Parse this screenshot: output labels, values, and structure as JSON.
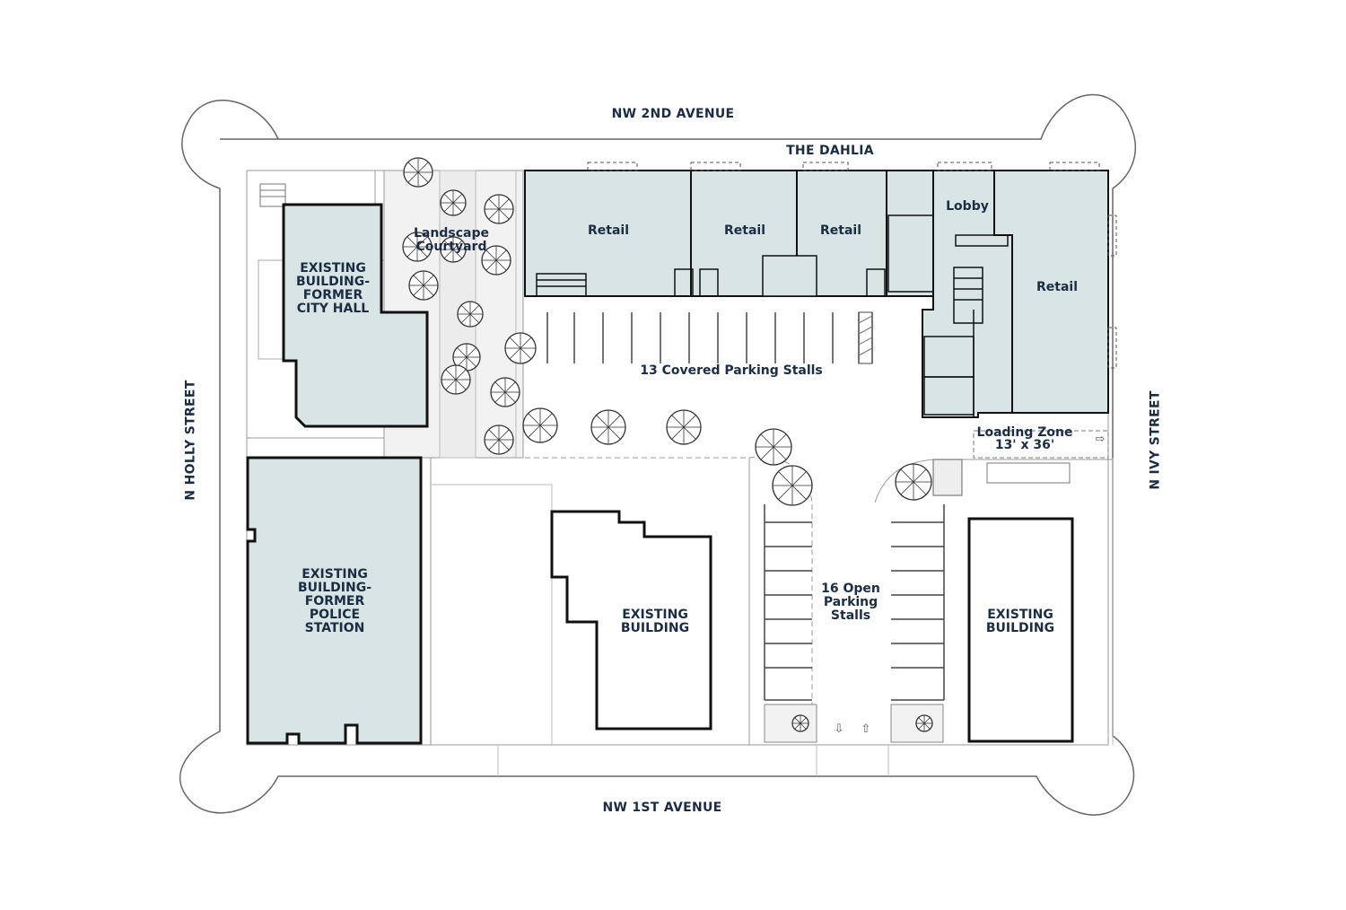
{
  "streets": {
    "north": "NW 2ND AVENUE",
    "south": "NW 1ST AVENUE",
    "west": "N HOLLY STREET",
    "east": "N IVY STREET"
  },
  "project_name": "THE DAHLIA",
  "buildings": {
    "city_hall": "EXISTING\nBUILDING-\nFORMER\nCITY HALL",
    "police_station": "EXISTING\nBUILDING-\nFORMER\nPOLICE\nSTATION",
    "center": "EXISTING\nBUILDING",
    "east": "EXISTING\nBUILDING"
  },
  "rooms": {
    "retail_1": "Retail",
    "retail_2": "Retail",
    "retail_3": "Retail",
    "retail_4": "Retail",
    "lobby": "Lobby",
    "courtyard": "Landscape\nCourtyard"
  },
  "parking": {
    "covered": "13 Covered Parking Stalls",
    "open": "16 Open\nParking\nStalls"
  },
  "loading_zone": {
    "title": "Loading Zone",
    "size": "13' x 36'"
  },
  "colors": {
    "building_fill": "#d9e4e4",
    "outline": "#111111",
    "label": "#1b2d44",
    "thin_line": "#555555"
  }
}
